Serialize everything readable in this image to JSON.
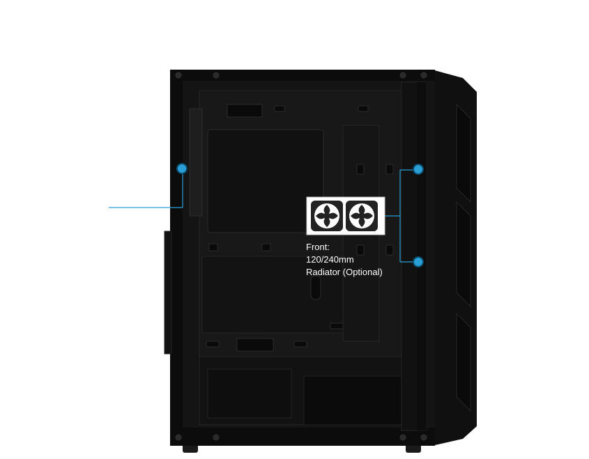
{
  "annotation": {
    "lines": [
      "Front:",
      "120/240mm",
      "Radiator (Optional)"
    ]
  },
  "colors": {
    "case": "#0f0f0f",
    "panel": "#181818",
    "accent": "#2a9fd6",
    "text": "#ffffff"
  },
  "icons": {
    "radiator": "dual-fan-radiator-icon",
    "marker": "blue-dot-marker"
  }
}
